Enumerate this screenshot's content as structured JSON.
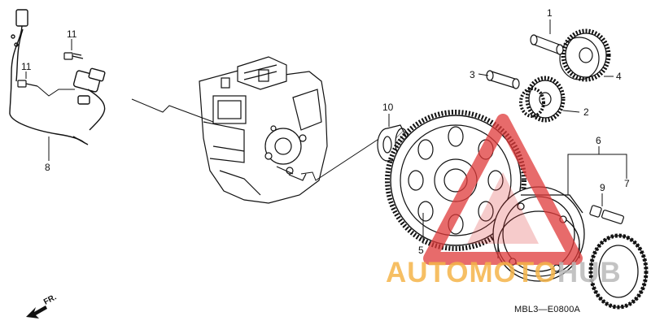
{
  "diagram": {
    "callouts": {
      "c1": "1",
      "c2": "2",
      "c3": "3",
      "c4": "4",
      "c5": "5",
      "c6": "6",
      "c7": "7",
      "c8": "8",
      "c9": "9",
      "c10": "10",
      "c11a": "11",
      "c11b": "11"
    },
    "figure_code": "MBL3—E0800A",
    "front_arrow_label": "FR.",
    "watermark": {
      "part_a": "AUTOMOTO",
      "part_b": "HUB",
      "colors": {
        "text_a": "#f5b54a",
        "text_b": "#b9b9b9",
        "triangle": "#e03a3a"
      }
    }
  }
}
